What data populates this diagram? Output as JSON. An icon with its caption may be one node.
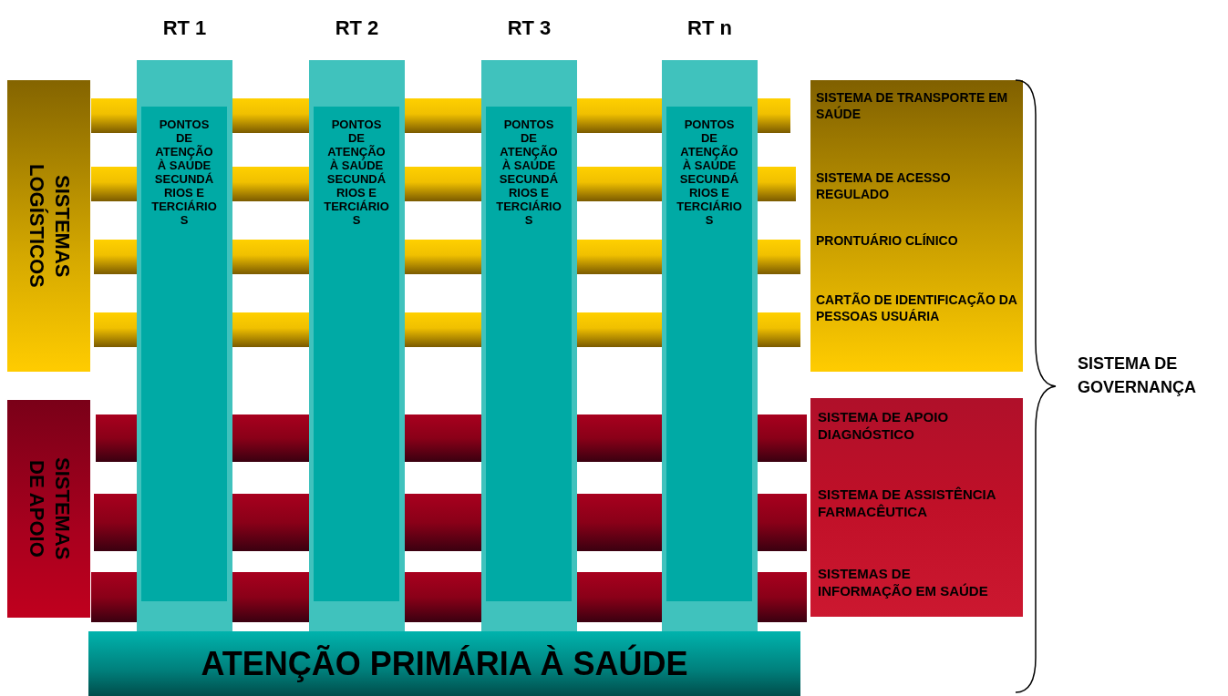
{
  "diagram": {
    "nodes": [
      {
        "text": [
          "RT 1"
        ]
      },
      {
        "text": [
          "PONTOS DE ATENÇÃO À SAÚDE SECUNDÁRIOS E TERCIÁRIOS"
        ],
        "in": 0
      },
      {
        "text": [
          "RT 2"
        ]
      },
      {
        "text": [
          "PONTOS DE ATENÇÃO À SAÚDE SECUNDÁRIOS E TERCIÁRIOS"
        ],
        "in": 2
      },
      {
        "text": [
          "RT 3"
        ]
      },
      {
        "text": [
          "PONTOS DE ATENÇÃO À SAÚDE SECUNDÁRIOS E TERCIÁRIOS"
        ],
        "in": 4
      },
      {
        "text": [
          "RT n"
        ]
      },
      {
        "text": [
          "PONTOS DE ATENÇÃO À SAÚDE SECUNDÁRIOS E TERCIÁRIOS"
        ],
        "in": 6
      },
      {
        "text": [
          "SISTEMAS LOGÍSTICOS"
        ]
      },
      {
        "text": [
          "SISTEMAS DE APOIO"
        ]
      },
      {
        "text": [
          "SISTEMA DE TRANSPORTE EM SAÚDE",
          "SISTEMA DE ACESSO REGULADO",
          "PRONTUÁRIO CLÍNICO",
          "CARTÃO DE IDENTIFICAÇÃO DA PESSOAS USUÁRIA"
        ]
      },
      {
        "text": [
          "SISTEMA DE APOIO DIAGNÓSTICO",
          "SISTEMA DE ASSISTÊNCIA FARMACÊUTICA",
          "SISTEMAS DE INFORMAÇÃO EM SAÚDE"
        ]
      },
      {
        "text": [
          "ATENÇÃO PRIMÁRIA À SAÚDE"
        ]
      },
      {
        "text": [],
        "shape": "bar"
      },
      {
        "text": [],
        "shape": "bar"
      },
      {
        "text": [],
        "shape": "bar"
      },
      {
        "text": [],
        "shape": "bar"
      },
      {
        "text": [],
        "shape": "bar"
      },
      {
        "text": [],
        "shape": "bar"
      },
      {
        "text": [],
        "shape": "bar"
      },
      {
        "text": [],
        "shape": "bar"
      },
      {
        "text": [],
        "shape": "bar"
      },
      {
        "text": [],
        "shape": "bar"
      },
      {
        "text": [],
        "shape": "bar"
      },
      {
        "text": [],
        "shape": "bar"
      },
      {
        "text": [],
        "shape": "bar"
      },
      {
        "text": [],
        "shape": "bar"
      },
      {
        "text": [],
        "shape": "bar"
      },
      {
        "text": [],
        "shape": "bar"
      },
      {
        "text": [],
        "shape": "bar"
      },
      {
        "text": [],
        "shape": "bar"
      },
      {
        "text": [],
        "shape": "bar"
      },
      {
        "text": [],
        "shape": "bar"
      },
      {
        "text": [],
        "shape": "bar"
      },
      {
        "text": [],
        "shape": "bar"
      },
      {
        "text": [],
        "shape": "bar"
      },
      {
        "text": [],
        "shape": "bar"
      },
      {
        "text": [],
        "shape": "bar"
      },
      {
        "text": [],
        "shape": "bar"
      },
      {
        "text": [],
        "shape": "bar"
      },
      {
        "text": [],
        "shape": "bar"
      },
      {
        "text": [],
        "shape": "bar"
      },
      {
        "text": [],
        "shape": "bar"
      },
      {
        "text": [],
        "shape": "bar"
      },
      {
        "text": [],
        "shape": "bar"
      },
      {
        "text": [],
        "shape": "bar"
      },
      {
        "text": [],
        "shape": "bar"
      },
      {
        "text": [],
        "shape": "bar"
      }
    ],
    "edges": [],
    "labels": [
      "SISTEMA DE GOVERNANÇA"
    ]
  }
}
